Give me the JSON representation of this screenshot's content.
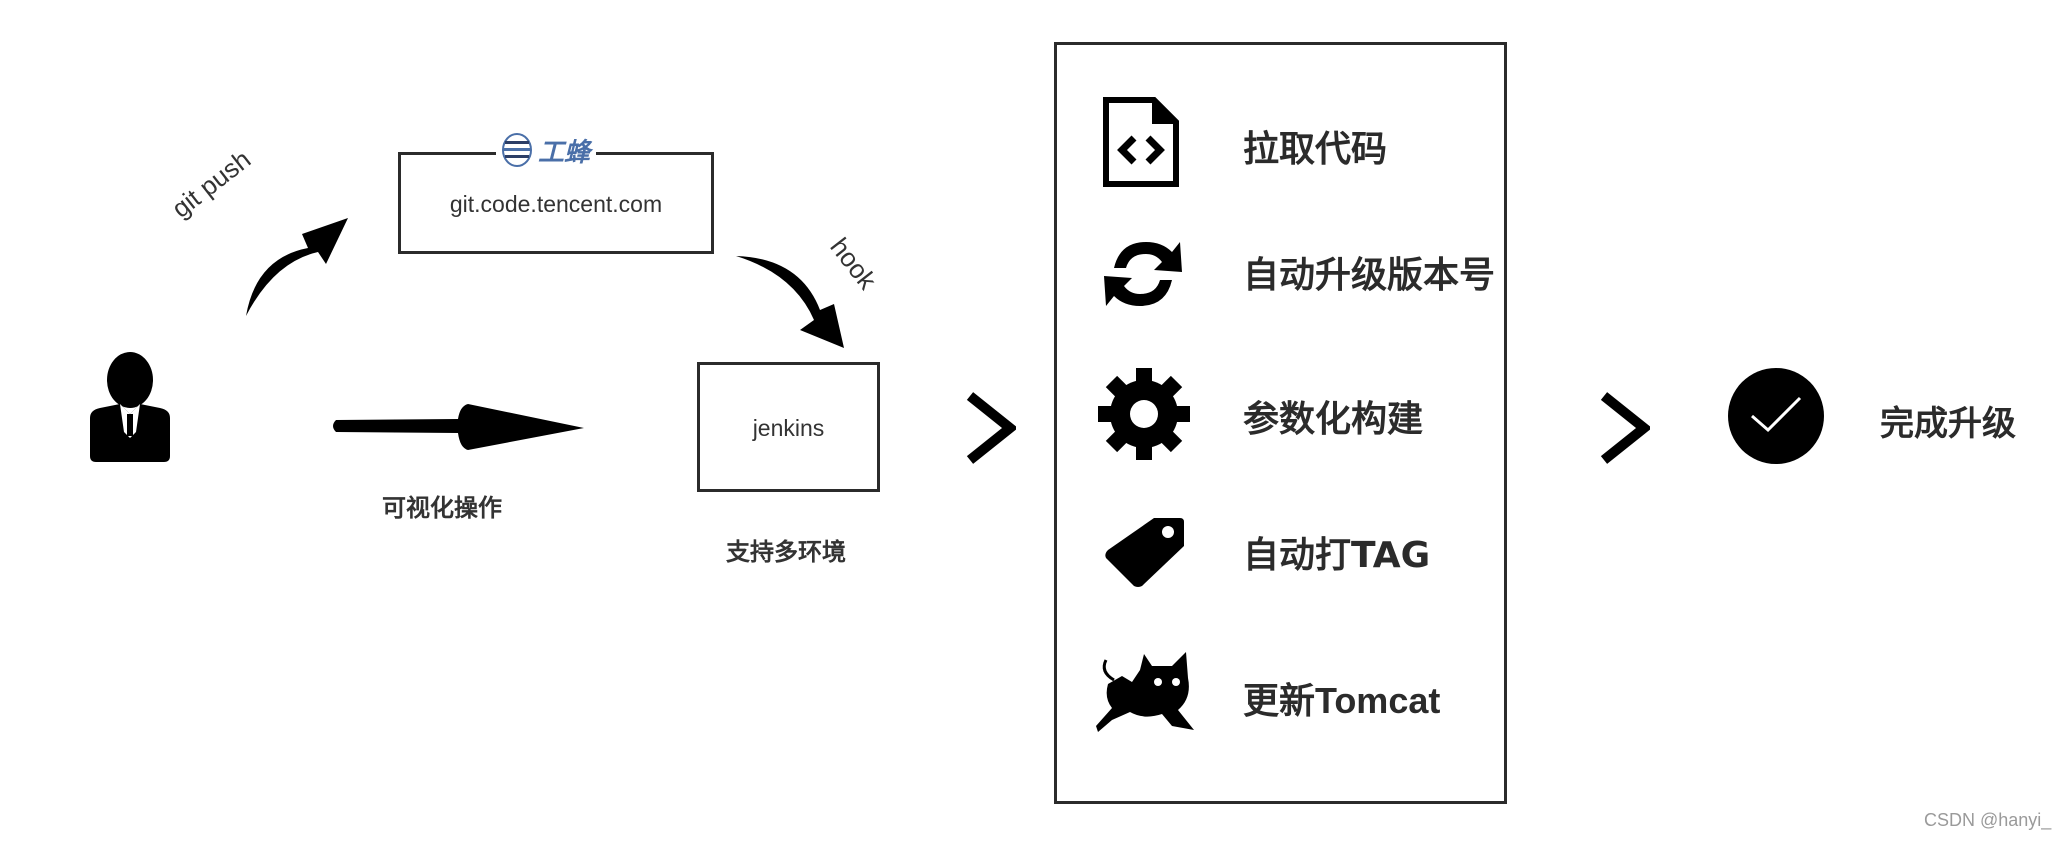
{
  "actor": {
    "icon": "user-icon"
  },
  "git_push": {
    "label": "git push",
    "icon": "curved-arrow-up-icon"
  },
  "git_server": {
    "logo_text": "工蜂",
    "logo_icon": "gongfeng-logo-icon",
    "url": "git.code.tencent.com",
    "logo_color": "#4a6fa8"
  },
  "hook": {
    "label": "hook",
    "icon": "curved-arrow-down-icon"
  },
  "visual_op": {
    "label": "可视化操作",
    "icon": "long-arrow-right-icon"
  },
  "jenkins": {
    "label": "jenkins",
    "caption": "支持多环境"
  },
  "steps": [
    {
      "label": "拉取代码",
      "icon": "code-file-icon"
    },
    {
      "label": "自动升级版本号",
      "icon": "refresh-icon"
    },
    {
      "label": "参数化构建",
      "icon": "gear-icon"
    },
    {
      "label": "自动打TAG",
      "icon": "tag-icon"
    },
    {
      "label": "更新Tomcat",
      "icon": "tomcat-cat-icon"
    }
  ],
  "result": {
    "label": "完成升级",
    "icon": "check-circle-icon"
  },
  "watermark": "CSDN @hanyi_"
}
